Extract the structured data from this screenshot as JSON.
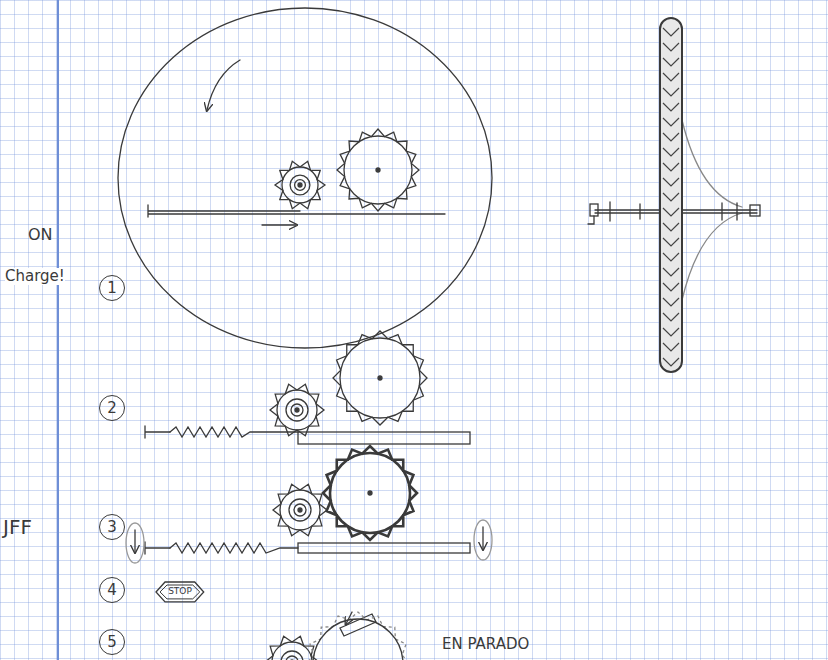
{
  "diagram": {
    "nodes": [
      {
        "text": [
          "1"
        ]
      },
      {
        "text": [
          "2"
        ]
      },
      {
        "text": [
          "3"
        ]
      },
      {
        "text": [
          "4"
        ]
      },
      {
        "text": [
          "STOP"
        ]
      },
      {
        "text": [
          "5"
        ]
      }
    ],
    "labels": [
      "ON",
      "Charge!",
      "JFF",
      "EN PARADO"
    ]
  }
}
